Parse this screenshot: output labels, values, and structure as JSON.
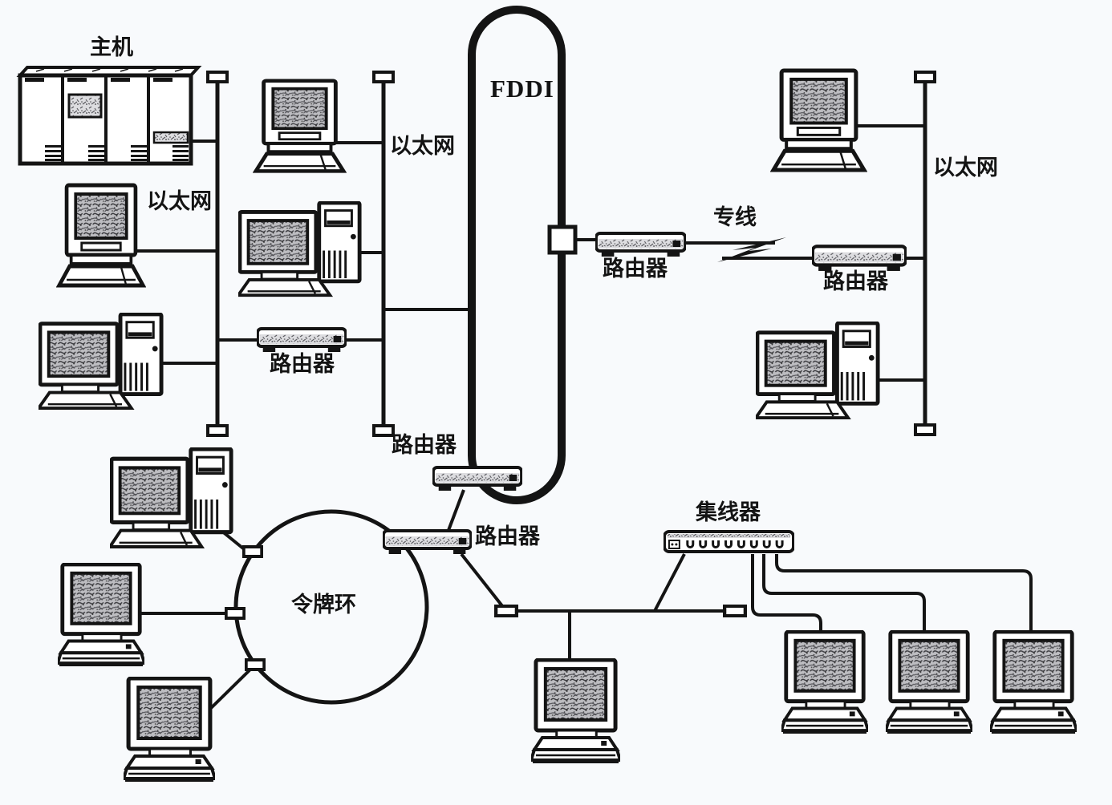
{
  "diagram": {
    "labels": {
      "mainframe": "主机",
      "ethernet_left": "以太网",
      "ethernet_middle": "以太网",
      "ethernet_right": "以太网",
      "fddi": "FDDI",
      "router_bridge": "路由器",
      "router_fddi_wan": "路由器",
      "router_wan_remote": "路由器",
      "router_fddi_bottom": "路由器",
      "router_token_ring": "路由器",
      "leased_line": "专线",
      "token_ring": "令牌环",
      "hub": "集线器"
    },
    "colors": {
      "background": "#f8fafc",
      "line": "#141414",
      "device_fill": "#ffffff",
      "screen_noise": "#bdbdc1"
    }
  }
}
